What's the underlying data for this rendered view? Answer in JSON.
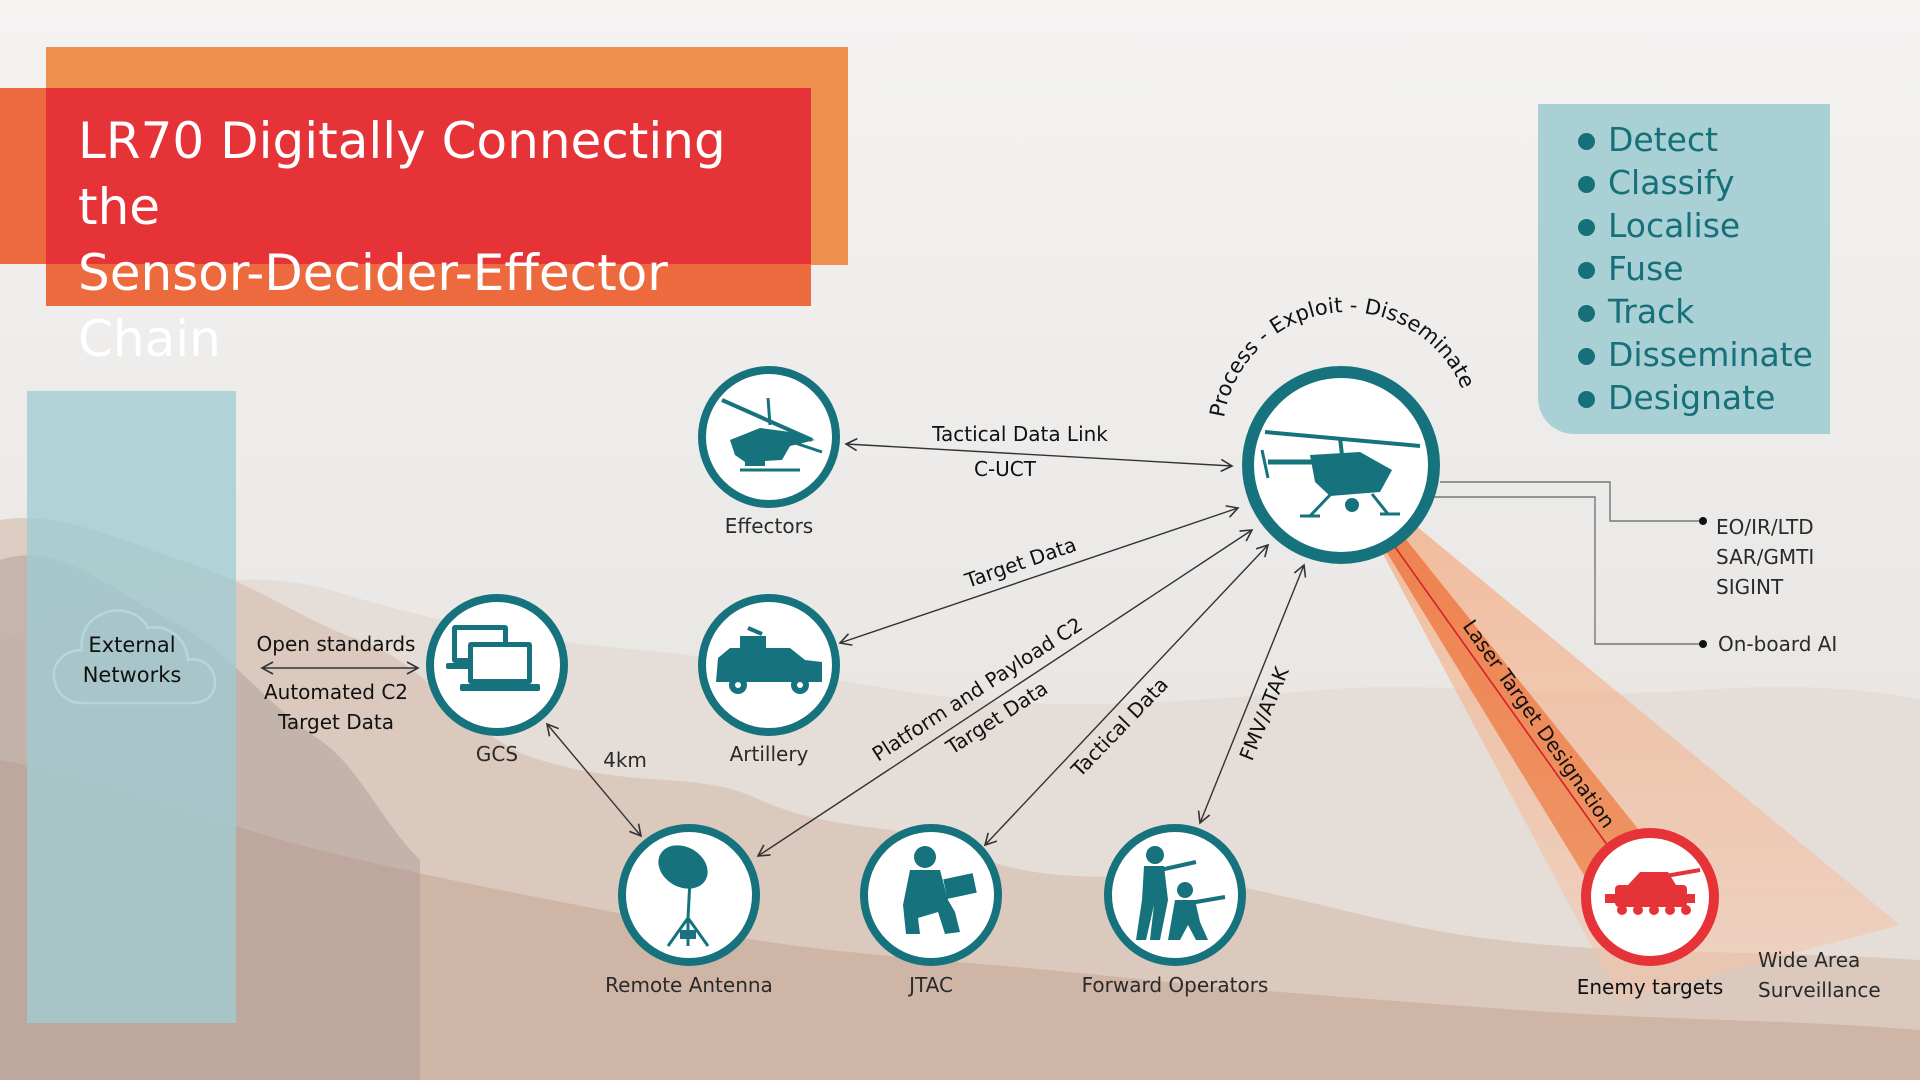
{
  "title": {
    "line1": "LR70 Digitally Connecting the",
    "line2": "Sensor-Decider-Effector Chain"
  },
  "steps": [
    "Detect",
    "Classify",
    "Localise",
    "Fuse",
    "Track",
    "Disseminate",
    "Designate"
  ],
  "nodes": {
    "effectors": "Effectors",
    "artillery": "Artillery",
    "gcs": "GCS",
    "remote_antenna": "Remote Antenna",
    "jtac": "JTAC",
    "forward_operators": "Forward Operators",
    "enemy_targets": "Enemy targets",
    "external_networks_line1": "External",
    "external_networks_line2": "Networks"
  },
  "drone_arc_label": "Process - Exploit - Disseminate",
  "links": {
    "tactical_data_link": "Tactical Data Link",
    "c_uct": "C-UCT",
    "target_data": "Target Data",
    "platform_payload_c2": "Platform and Payload C2",
    "target_data_2": "Target Data",
    "tactical_data": "Tactical Data",
    "fmv_atak": "FMV/ATAK",
    "laser_designation": "Laser Target Designation",
    "open_standards": "Open standards",
    "automated_c2": "Automated C2",
    "target_data_gcs": "Target Data",
    "range_4km": "4km"
  },
  "payloads": {
    "sensors_line1": "EO/IR/LTD",
    "sensors_line2": "SAR/GMTI",
    "sensors_line3": "SIGINT",
    "onboard_ai": "On-board AI"
  },
  "wide_area_line1": "Wide Area",
  "wide_area_line2": "Surveillance",
  "colors": {
    "teal": "#16727c",
    "red": "#e63338",
    "orange": "#ee8f4e",
    "orange_dark": "#ec6a3d",
    "panel_teal": "#a9d0d4"
  }
}
